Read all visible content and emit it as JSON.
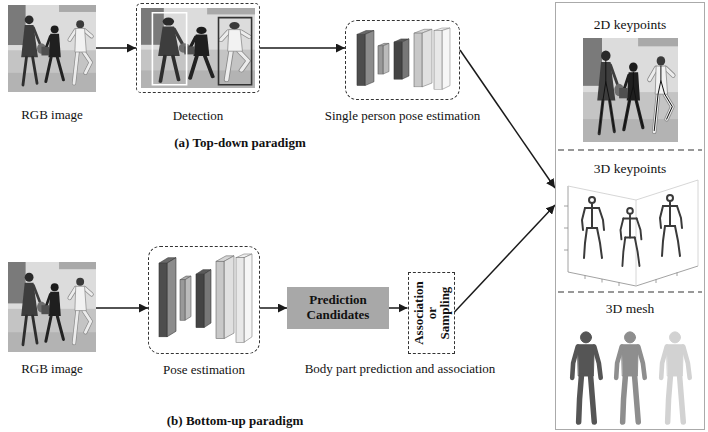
{
  "diagram": {
    "nodes": [
      {
        "text": [
          "RGB image"
        ]
      },
      {
        "text": [
          "Detection"
        ]
      },
      {
        "text": [
          "Single person pose estimation"
        ]
      },
      {
        "text": [
          "RGB image"
        ]
      },
      {
        "text": [
          "Pose estimation"
        ]
      },
      {
        "text": [
          "Prediction Candidates"
        ]
      },
      {
        "text": [
          "Association or Sampling"
        ]
      },
      {
        "text": [
          "2D keypoints",
          "3D keypoints",
          "3D mesh"
        ]
      }
    ],
    "edges": [
      {
        "from": 0,
        "to": 1,
        "arrow": "to"
      },
      {
        "from": 1,
        "to": 2,
        "arrow": "to"
      },
      {
        "from": 2,
        "to": 7,
        "arrow": "to"
      },
      {
        "from": 3,
        "to": 4,
        "arrow": "to"
      },
      {
        "from": 4,
        "to": 5,
        "arrow": "to"
      },
      {
        "from": 5,
        "to": 6,
        "arrow": "to"
      },
      {
        "from": 6,
        "to": 7,
        "arrow": "to"
      }
    ],
    "labels": [
      "(a) Top-down paradigm",
      "Body part prediction and association",
      "(b) Bottom-up paradigm"
    ]
  }
}
